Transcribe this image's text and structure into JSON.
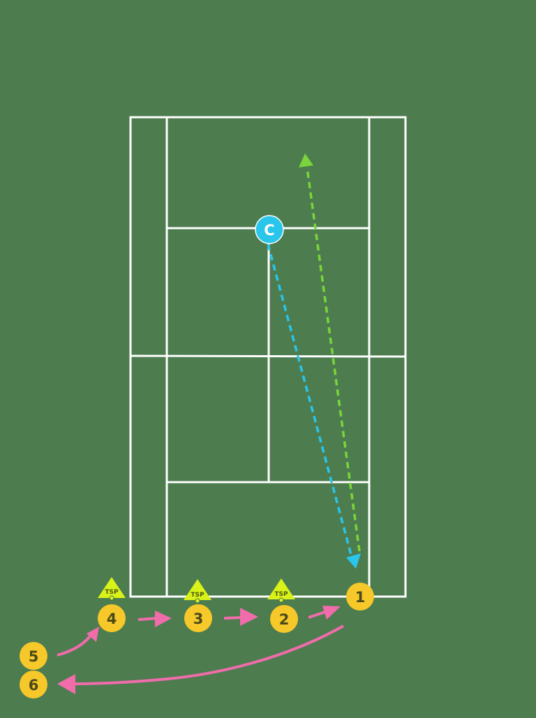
{
  "colors": {
    "background": "#4d7c4f",
    "court_lines": "#ffffff",
    "coach": "#29c5ea",
    "player": "#f6c82a",
    "player_text": "#4a4a1a",
    "cone": "#d9f21a",
    "cone_text": "#4a5a10",
    "rotation_arrow": "#f06cab",
    "feed_path": "#29c5ea",
    "hit_path": "#7ad53a"
  },
  "coach": {
    "label": "C",
    "icon": "coach-marker"
  },
  "cones": [
    {
      "label": "TSP",
      "icon": "target-cone-icon"
    },
    {
      "label": "TSP",
      "icon": "target-cone-icon"
    },
    {
      "label": "TSP",
      "icon": "target-cone-icon"
    }
  ],
  "players": [
    {
      "label": "1"
    },
    {
      "label": "2"
    },
    {
      "label": "3"
    },
    {
      "label": "4"
    },
    {
      "label": "5"
    },
    {
      "label": "6"
    }
  ],
  "paths": [
    {
      "kind": "coach-feed",
      "style": "dashed",
      "from": "coach",
      "to": "player-1"
    },
    {
      "kind": "player-hit",
      "style": "dashed",
      "from": "player-1",
      "to": "deep-court"
    },
    {
      "kind": "rotation",
      "style": "solid",
      "from": "player-1",
      "to": "player-6"
    },
    {
      "kind": "rotation",
      "style": "solid",
      "from": "player-2",
      "to": "player-1"
    },
    {
      "kind": "rotation",
      "style": "solid",
      "from": "player-3",
      "to": "player-2"
    },
    {
      "kind": "rotation",
      "style": "solid",
      "from": "player-4",
      "to": "player-3"
    },
    {
      "kind": "rotation",
      "style": "solid",
      "from": "player-5",
      "to": "player-4"
    }
  ]
}
